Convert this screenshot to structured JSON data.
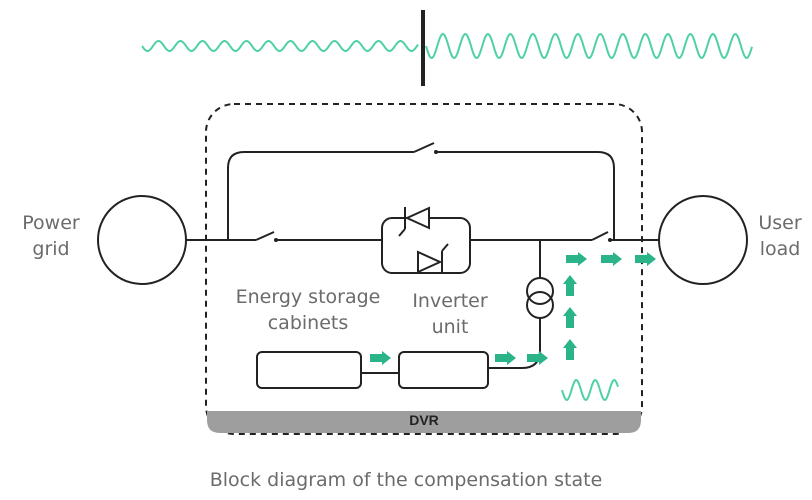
{
  "labels": {
    "power_grid_line1": "Power",
    "power_grid_line2": "grid",
    "user_load_line1": "User",
    "user_load_line2": "load",
    "energy_storage_line1": "Energy storage",
    "energy_storage_line2": "cabinets",
    "inverter_line1": "Inverter",
    "inverter_line2": "unit",
    "dvr": "DVR",
    "caption": "Block diagram of the compensation state"
  },
  "colors": {
    "accent_green": "#2bb38a",
    "wave_green": "#4fd1a5",
    "line": "#222222",
    "dvr_bar": "#9e9e9e",
    "text_gray": "#6b6b6b"
  }
}
